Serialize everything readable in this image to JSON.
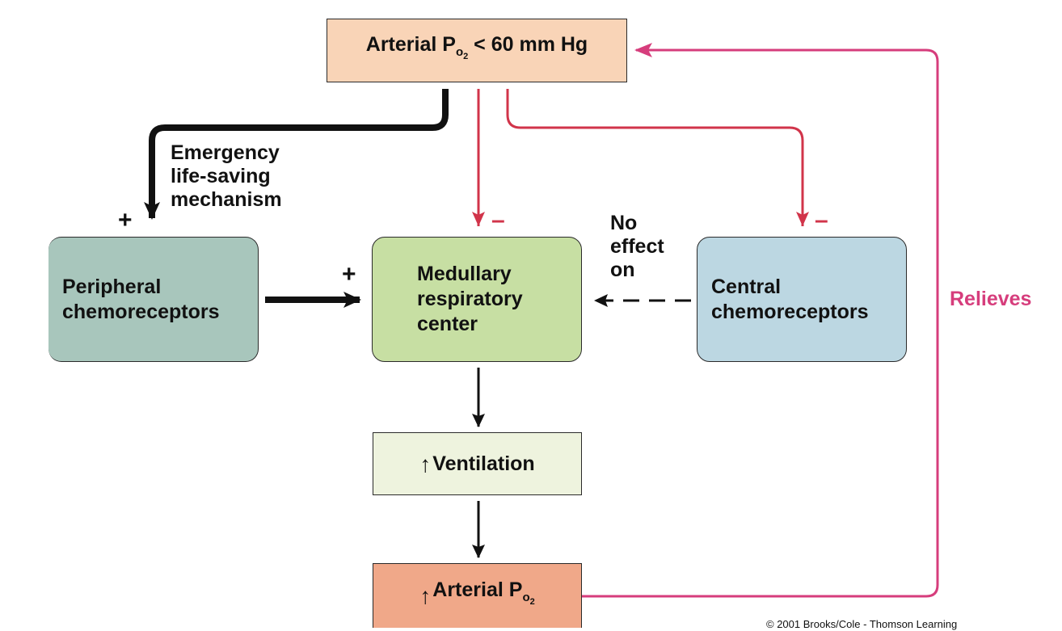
{
  "boxes": {
    "arterial_low": {
      "label": "Arterial P",
      "subscript": "o",
      "sub_subscript": "2",
      "suffix": " < 60 mm Hg"
    },
    "peripheral": {
      "line1": "Peripheral",
      "line2": "chemoreceptors"
    },
    "medullary": {
      "line1": "Medullary",
      "line2": "respiratory",
      "line3": "center"
    },
    "central": {
      "line1": "Central",
      "line2": "chemoreceptors"
    },
    "ventilation": {
      "arrow": "↑",
      "label": "Ventilation"
    },
    "arterial_up": {
      "arrow": "↑",
      "label": "Arterial P",
      "subscript": "o",
      "sub_subscript": "2"
    }
  },
  "labels": {
    "emergency": {
      "line1": "Emergency",
      "line2": "life-saving",
      "line3": "mechanism"
    },
    "no_effect": {
      "line1": "No",
      "line2": "effect",
      "line3": "on"
    },
    "relieves": "Relieves"
  },
  "signs": {
    "plus_peripheral": "+",
    "plus_medullary": "+",
    "minus_medullary": "–",
    "minus_central": "–"
  },
  "copyright": "© 2001 Brooks/Cole - Thomson Learning",
  "colors": {
    "box_arterial_low": "#f9d4b7",
    "box_peripheral": "#a8c6bc",
    "box_medullary": "#c7dfa3",
    "box_central": "#bcd7e2",
    "box_ventilation": "#eef3de",
    "box_arterial_up": "#f0a889",
    "stimulate_arrow": "#111111",
    "inhibit_arrow": "#d1344a",
    "feedback_arrow": "#d63d7c"
  }
}
